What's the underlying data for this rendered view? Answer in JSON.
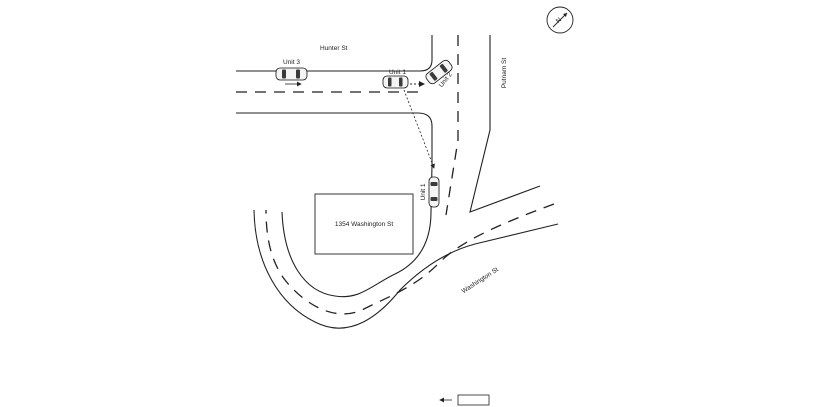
{
  "streets": {
    "hunter": "Hunter St",
    "putnam": "Putnam St",
    "washington": "Washington St"
  },
  "building": {
    "label": "1354 Washington St"
  },
  "units": {
    "unit3": "Unit 3",
    "unit1_hunter": "Unit 1",
    "unit2": "Unit 2",
    "unit1_putnam": "Unit 1"
  },
  "compass": {
    "letter": "N"
  },
  "colors": {
    "lines": "#222222",
    "background": "#ffffff"
  }
}
